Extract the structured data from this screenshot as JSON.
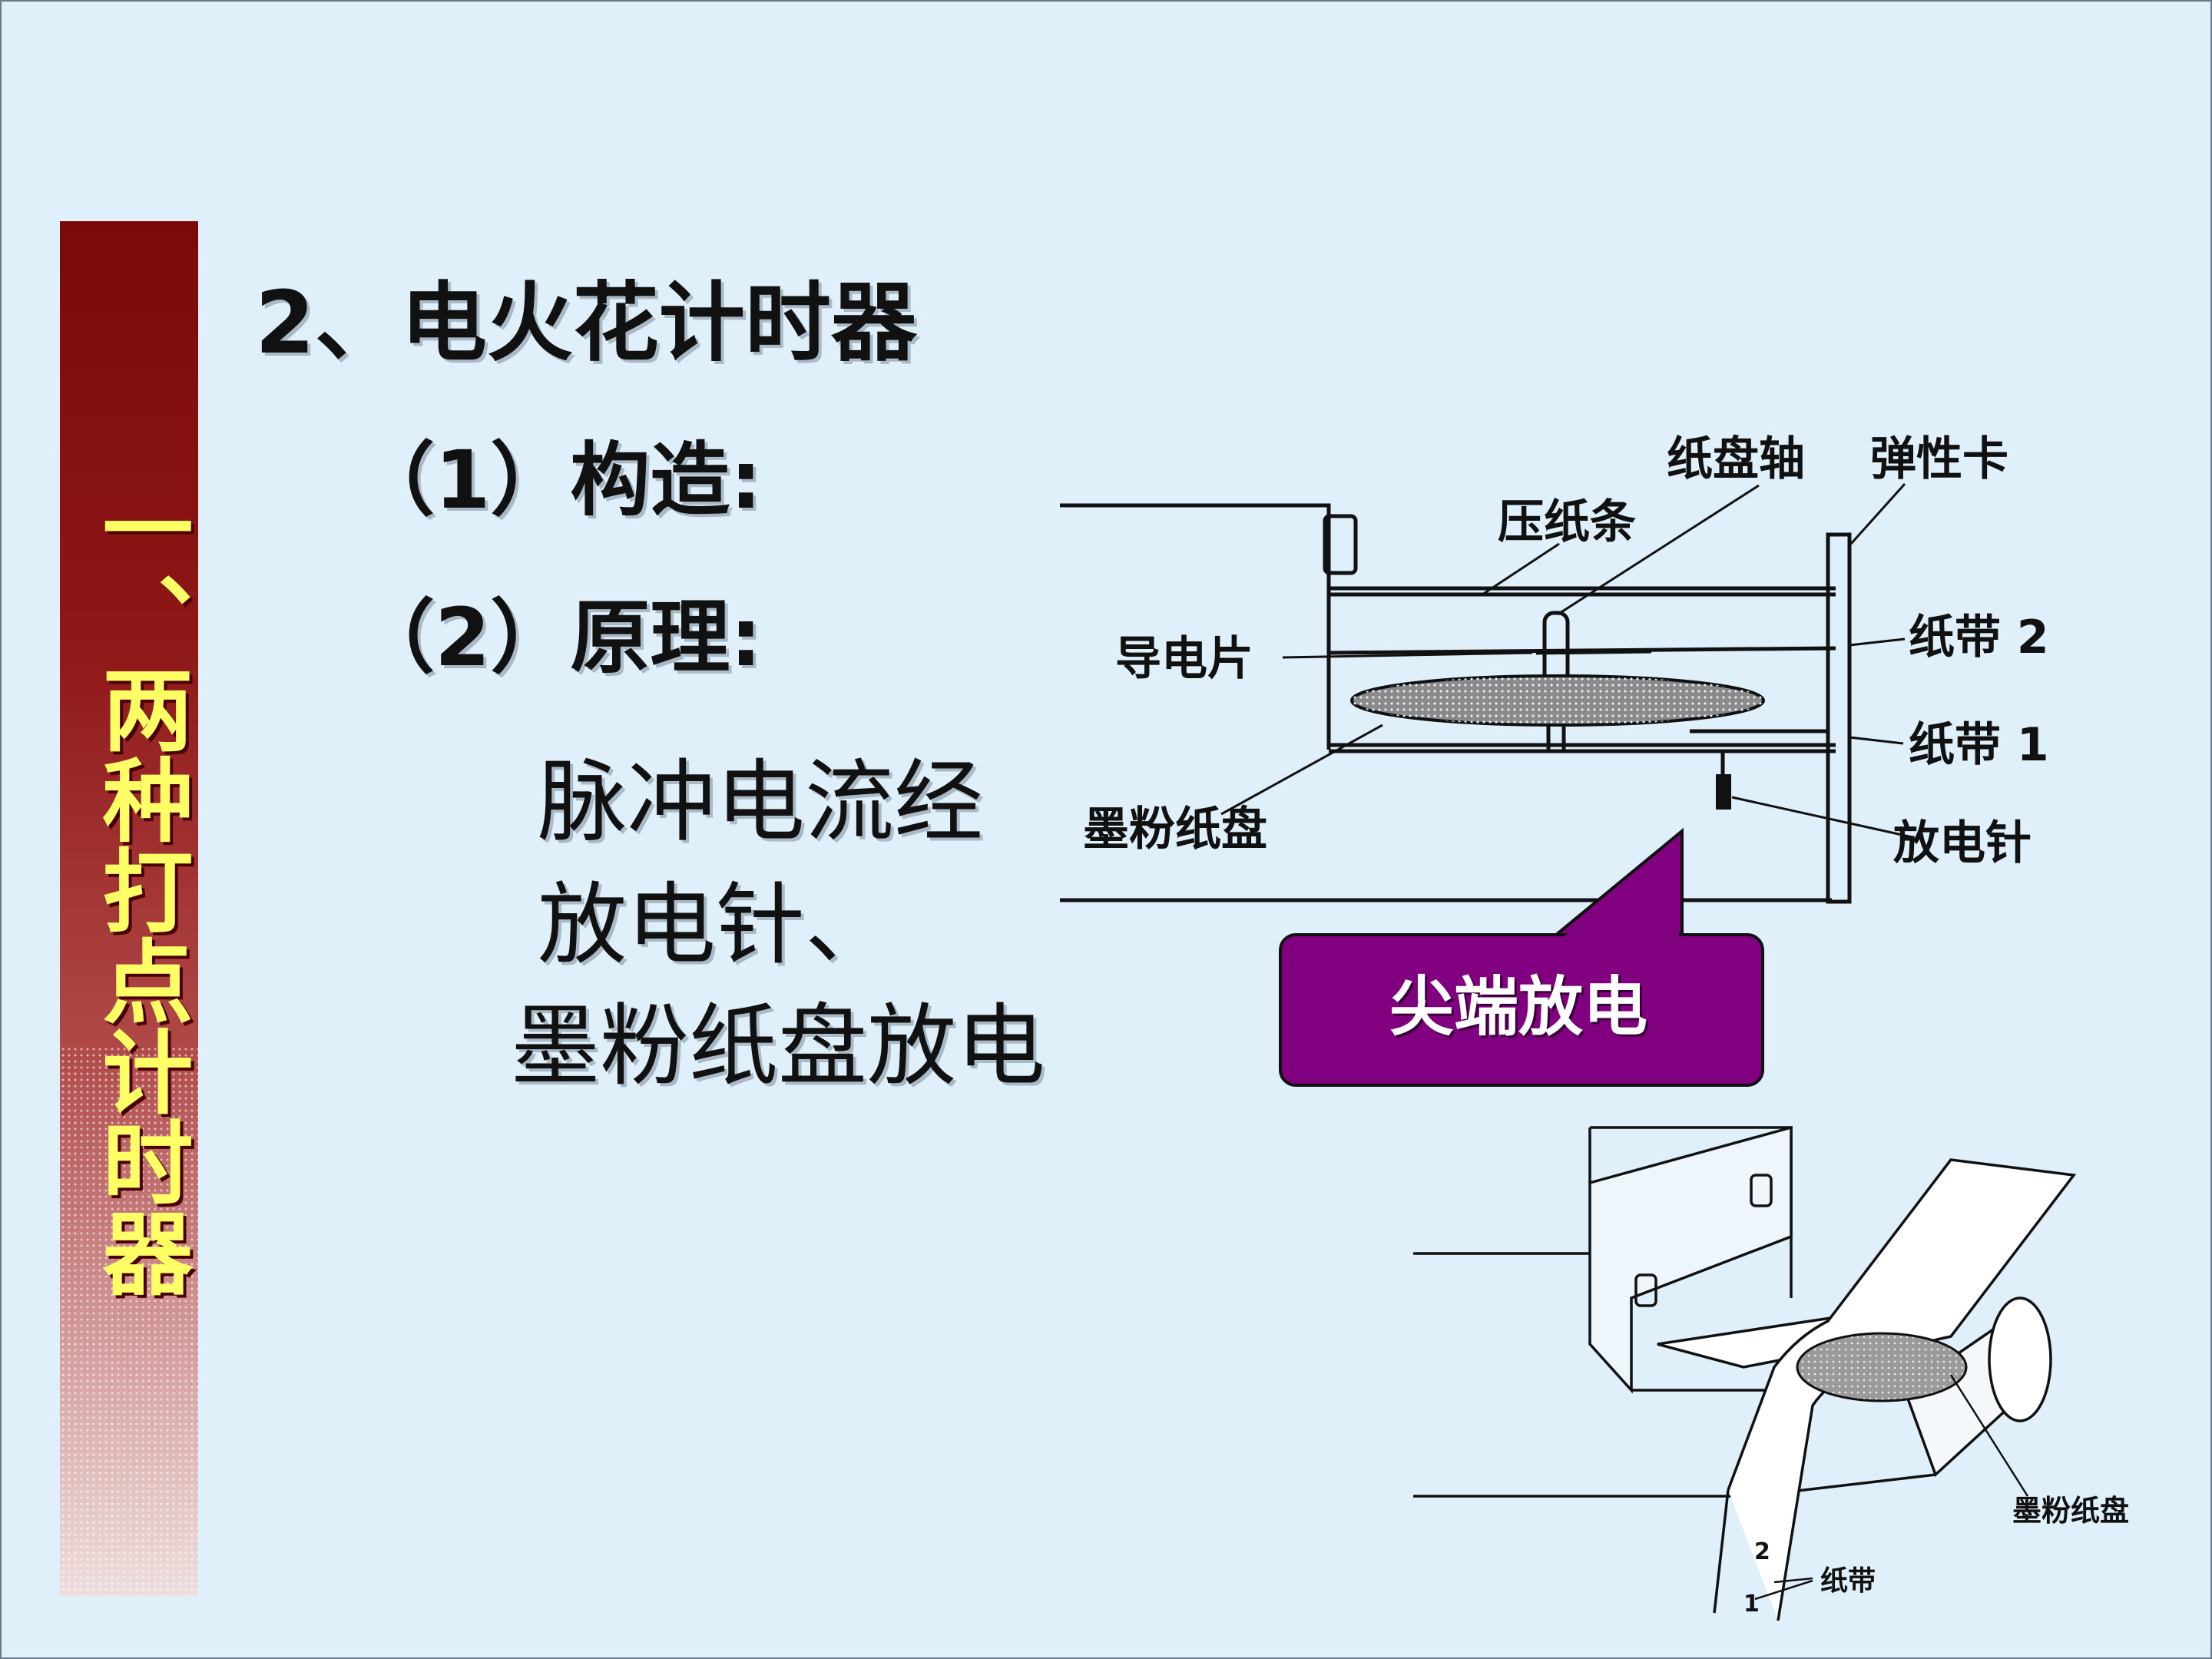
{
  "side_title": "一、两种打点计时器",
  "heading": "2、电火花计时器",
  "items": {
    "structure": "（1）构造:",
    "principle": "（2）原理:"
  },
  "principle_text": {
    "line1": "脉冲电流经",
    "line2": "放电针、",
    "line3": "墨粉纸盘放电"
  },
  "callout": "尖端放电",
  "diagram_labels": {
    "shaft": "纸盘轴",
    "spring_clip": "弹性卡",
    "press_strip": "压纸条",
    "conductor": "导电片",
    "tape2": "纸带 2",
    "tape1": "纸带 1",
    "toner_disc": "墨粉纸盘",
    "needle": "放电针"
  },
  "diagram2_labels": {
    "toner_disc": "墨粉纸盘",
    "tape": "纸带",
    "n2": "2",
    "n1": "1"
  },
  "colors": {
    "accent_title": "#ffff66",
    "sidebar": "#8e1616",
    "callout": "#800080",
    "background": "#dff0fb"
  }
}
